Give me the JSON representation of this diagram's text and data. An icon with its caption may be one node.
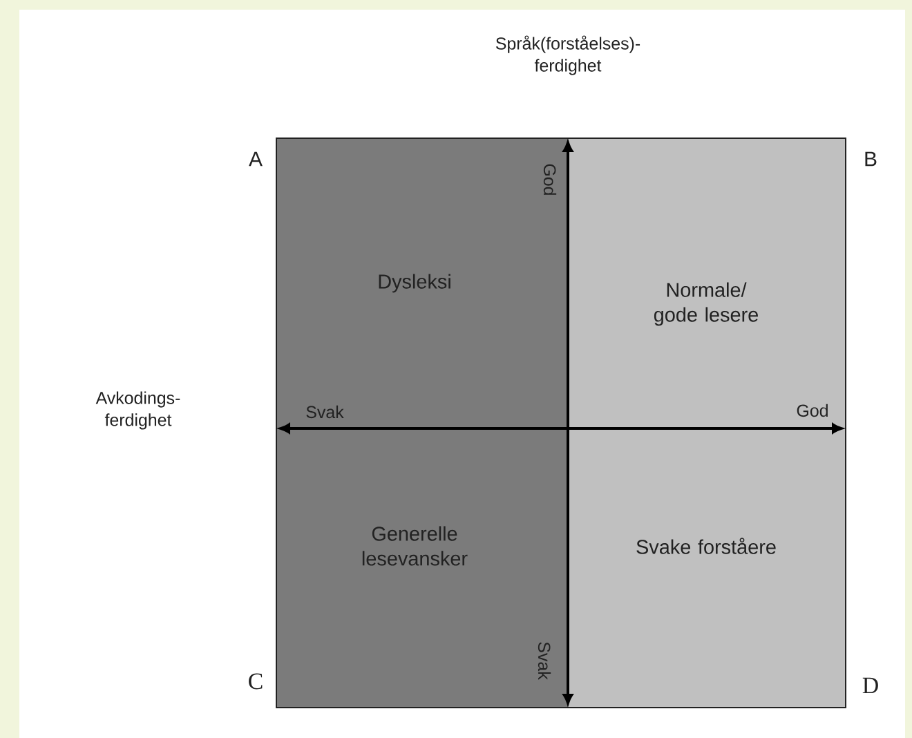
{
  "diagram": {
    "nodes": [
      {
        "text": [
          "Dysleksi"
        ]
      },
      {
        "text": [
          "Normale/ gode lesere"
        ]
      },
      {
        "text": [
          "Generelle lesevansker"
        ]
      },
      {
        "text": [
          "Svake forståere"
        ]
      }
    ],
    "labels": [
      "Språk(forståelses)- ferdighet",
      "A",
      "B",
      "God",
      "Avkodings- ferdighet",
      "Svak",
      "God",
      "Svak",
      "C",
      "D"
    ]
  }
}
